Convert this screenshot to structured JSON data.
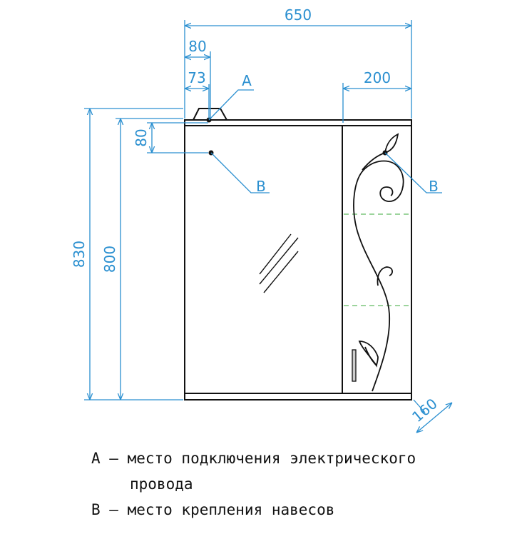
{
  "dimensions": {
    "total_width": "650",
    "offset_80": "80",
    "offset_73": "73",
    "shelf_width": "200",
    "total_height": "830",
    "body_height": "800",
    "top_offset": "80",
    "depth": "160"
  },
  "markers": {
    "a": "A",
    "b_left": "B",
    "b_right": "B"
  },
  "legend": {
    "a_line1": "A – место подключения электрического",
    "a_line2": "провода",
    "b_line": "B – место крепления навесов"
  },
  "colors": {
    "dimension": "#2a8fd0",
    "outline": "#111111",
    "shelf_line": "#7bc67b"
  }
}
